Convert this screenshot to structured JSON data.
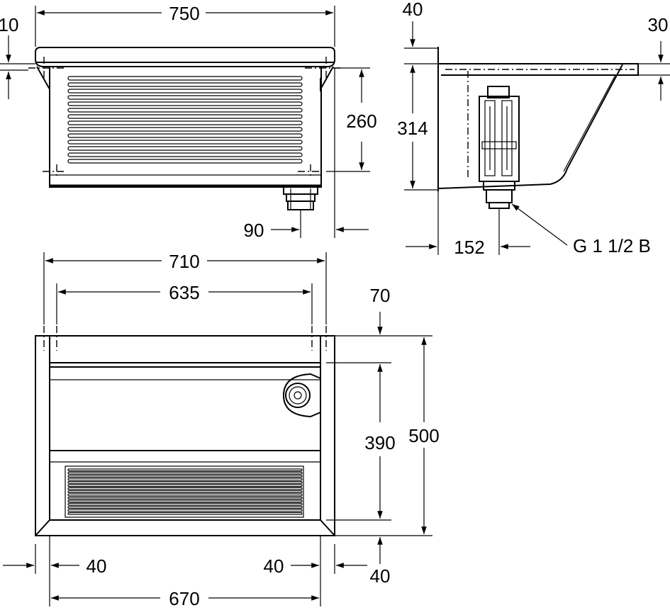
{
  "drawing": {
    "front_view": {
      "width_total": "750",
      "top_thickness": "10",
      "height": "260",
      "drain_offset": "90"
    },
    "side_view": {
      "top_offset": "40",
      "rim_thickness": "30",
      "height": "314",
      "drain_offset": "152",
      "drain_thread": "G 1 1/2 B"
    },
    "plan_view": {
      "outer_width": "710",
      "inner_width": "635",
      "top_margin": "70",
      "depth_inner": "390",
      "depth_total": "500",
      "side_left": "40",
      "side_right": "40",
      "bottom_margin": "40",
      "bottom_width": "670"
    }
  }
}
